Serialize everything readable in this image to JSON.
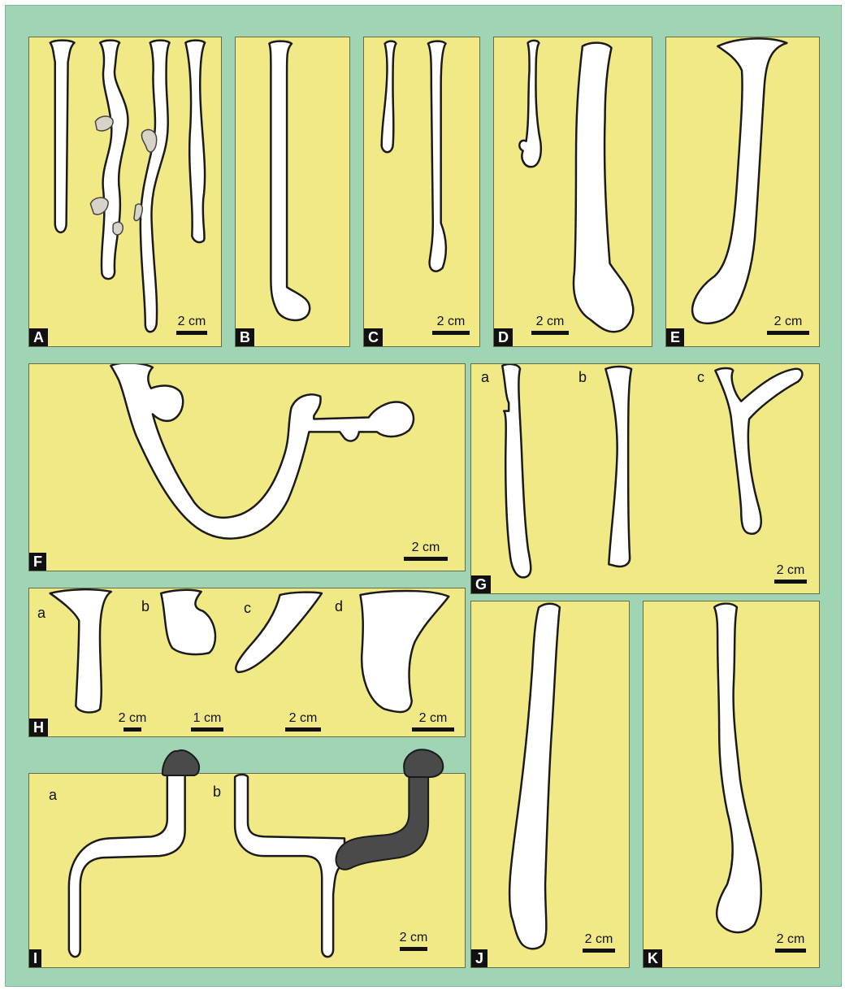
{
  "colors": {
    "background": "#9fd4b4",
    "panel": "#f1e986",
    "burrow_fill": "#ffffff",
    "burrow_outline": "#1a1a1a",
    "clast": "#d8d3c8",
    "dark_fill": "#4a4a4a",
    "label_bg": "#111111"
  },
  "panels": {
    "A": {
      "label": "A",
      "scale": "2 cm"
    },
    "B": {
      "label": "B"
    },
    "C": {
      "label": "C",
      "scale": "2 cm"
    },
    "D": {
      "label": "D",
      "scale": "2 cm"
    },
    "E": {
      "label": "E",
      "scale": "2 cm"
    },
    "F": {
      "label": "F",
      "scale": "2 cm"
    },
    "G": {
      "label": "G",
      "sub": [
        "a",
        "b",
        "c"
      ],
      "scale": "2 cm"
    },
    "H": {
      "label": "H",
      "sub": [
        "a",
        "b",
        "c",
        "d"
      ],
      "scales": [
        "2 cm",
        "1 cm",
        "2 cm",
        "2 cm"
      ]
    },
    "I": {
      "label": "I",
      "sub": [
        "a",
        "b"
      ],
      "scale": "2 cm"
    },
    "J": {
      "label": "J",
      "scale": "2 cm"
    },
    "K": {
      "label": "K",
      "scale": "2 cm"
    }
  }
}
